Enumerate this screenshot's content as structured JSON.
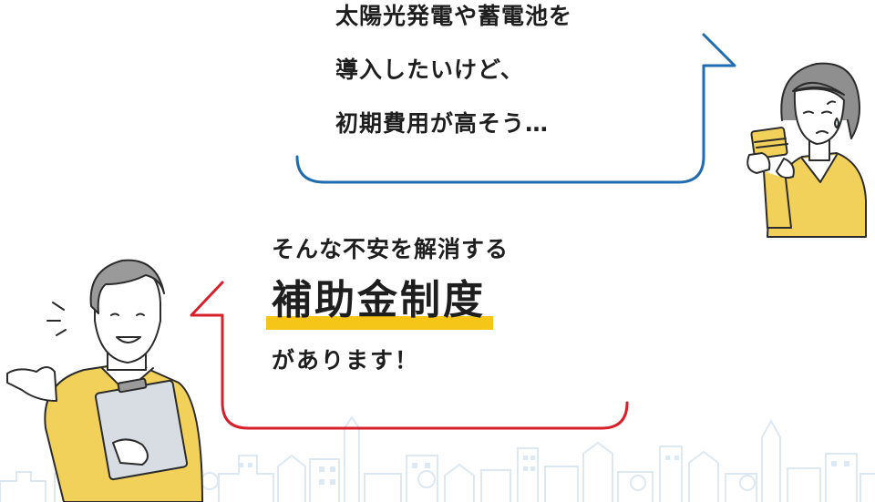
{
  "bubble_top": {
    "lines": [
      "太陽光発電や蓄電池を",
      "導入したいけど、",
      "初期費用が高そう…"
    ]
  },
  "bubble_bottom": {
    "lead": "そんな不安を解消する",
    "headline": "補助金制度",
    "tail": "があります！"
  },
  "colors": {
    "bubble_top_border": "#1f6db0",
    "bubble_bottom_border": "#d8202c",
    "highlight": "#f5c518",
    "suit": "#f2d15a",
    "city": "#dce8f2"
  },
  "icons": {
    "woman": "worried-woman-with-wallet-illustration",
    "man": "smiling-man-with-clipboard-illustration",
    "city": "cityscape-background"
  }
}
